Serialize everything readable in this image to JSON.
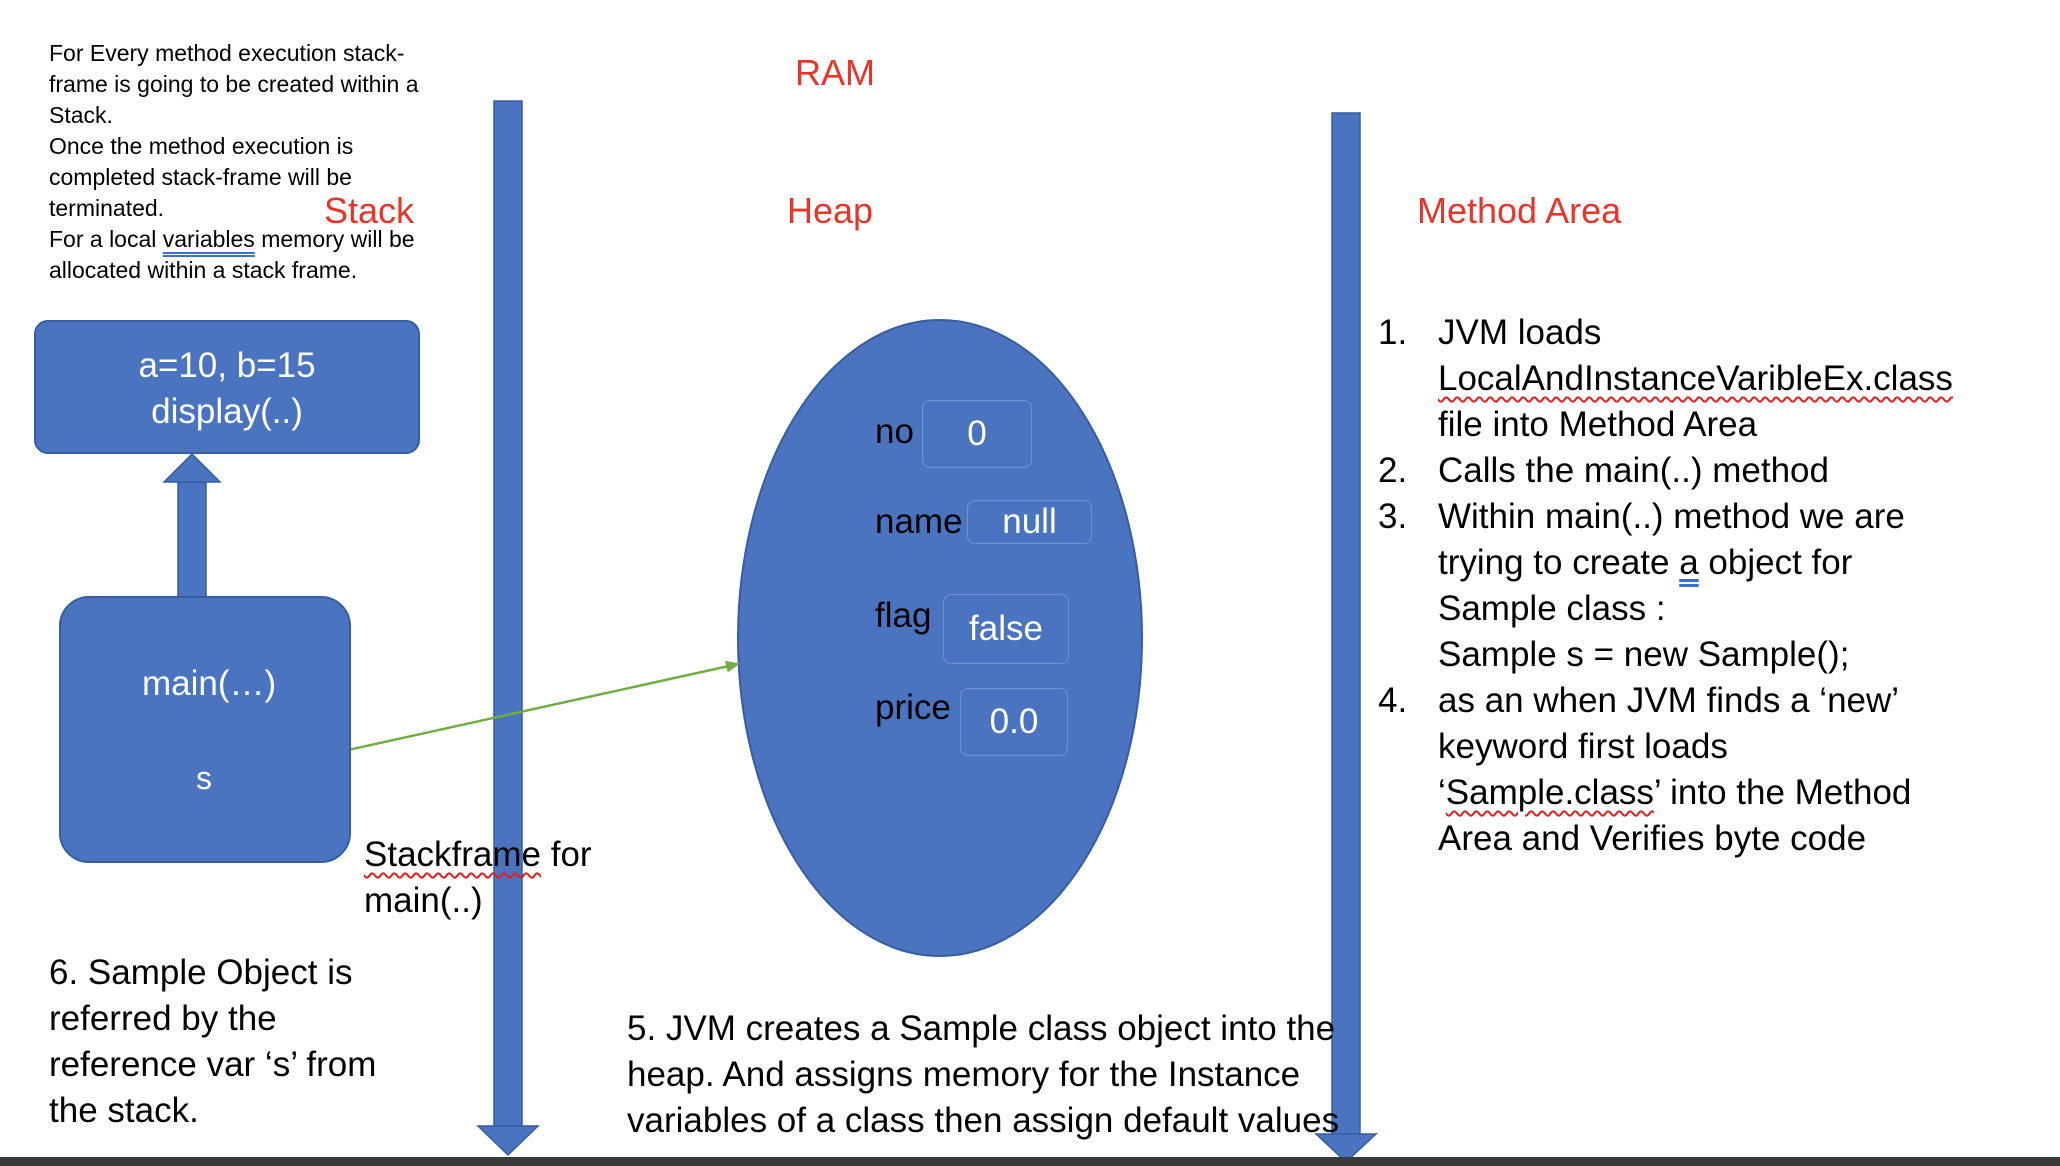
{
  "titles": {
    "ram": "RAM",
    "stack": "Stack",
    "heap": "Heap",
    "method_area": "Method Area"
  },
  "intro_note": {
    "lines": [
      "For Every method execution stack-",
      "frame is going to be created within a",
      "Stack.",
      "Once the method execution is",
      "completed stack-frame will be",
      "terminated.",
      "For a local ",
      "variables",
      " memory will be",
      "allocated within a stack frame."
    ]
  },
  "stack": {
    "display_frame": {
      "line1": "a=10, b=15",
      "line2": "display(..)"
    },
    "main_frame": {
      "label": "main(…)",
      "ref": "s"
    },
    "caption": {
      "word": "Stackframe",
      "rest1": " for",
      "line2": "main(..)"
    }
  },
  "heap_object": {
    "fields": [
      {
        "name": "no",
        "value": "0"
      },
      {
        "name": "name",
        "value": "null"
      },
      {
        "name": "flag",
        "value": "false"
      },
      {
        "name": "price",
        "value": "0.0"
      }
    ]
  },
  "method_area_steps": [
    {
      "num": "1.",
      "parts": [
        "JVM loads"
      ]
    },
    {
      "num": "",
      "parts": [
        "LocalAndInstanceVaribleEx.class"
      ]
    },
    {
      "num": "",
      "parts": [
        "file into Method Area"
      ]
    },
    {
      "num": "2.",
      "parts": [
        " Calls the main(..) method"
      ]
    },
    {
      "num": "3.",
      "parts": [
        "Within main(..) method we are"
      ]
    },
    {
      "num": "",
      "parts": [
        "trying to create ",
        "a",
        " object for"
      ]
    },
    {
      "num": "",
      "parts": [
        "Sample class :"
      ]
    },
    {
      "num": "",
      "parts": [
        "Sample s = new Sample();"
      ]
    },
    {
      "num": "4.",
      "parts": [
        " as an when JVM finds a ‘new’"
      ]
    },
    {
      "num": "",
      "parts": [
        "keyword first loads"
      ]
    },
    {
      "num": "",
      "parts": [
        "‘",
        "Sample.class",
        "’ into the Method"
      ]
    },
    {
      "num": "",
      "parts": [
        "Area and Verifies byte code"
      ]
    }
  ],
  "notes": {
    "step5": [
      "5. JVM creates a Sample class object into the",
      "heap. And assigns memory for the Instance",
      "variables of a class then assign default values"
    ],
    "step6": [
      "6. Sample Object is",
      "referred by the",
      "reference var ‘s’ from",
      "the stack."
    ]
  },
  "colors": {
    "accent_blue": "#4a74c0",
    "title_red": "#e8352a",
    "arrow_green": "#70ad47"
  }
}
